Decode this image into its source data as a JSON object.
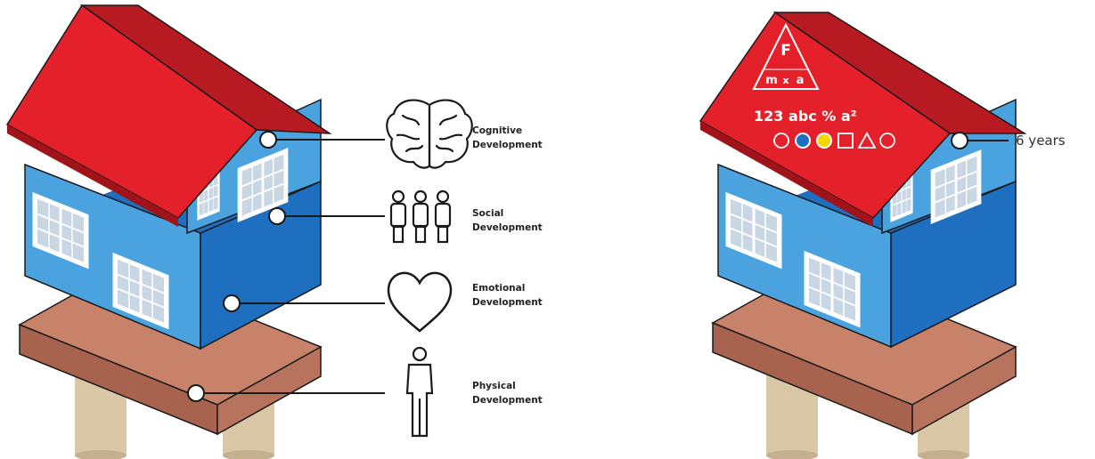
{
  "colors": {
    "roof": "#e4202a",
    "wall_light": "#4aa3df",
    "wall_dark": "#1f6fc0",
    "floor": "#c8826a",
    "pillar": "#d9c7a6",
    "line": "#1a1a1a"
  },
  "left_diagram": {
    "labels": [
      {
        "line1": "Cognitive",
        "line2": "Development",
        "icon": "brain-icon"
      },
      {
        "line1": "Social",
        "line2": "Development",
        "icon": "people-icon"
      },
      {
        "line1": "Emotional",
        "line2": "Development",
        "icon": "heart-icon"
      },
      {
        "line1": "Physical",
        "line2": "Development",
        "icon": "person-icon"
      }
    ]
  },
  "right_diagram": {
    "callout": "6 years",
    "roof_formula": {
      "top": "F",
      "left": "m",
      "times": "x",
      "right": "a"
    },
    "roof_text": "123 abc % a²"
  }
}
